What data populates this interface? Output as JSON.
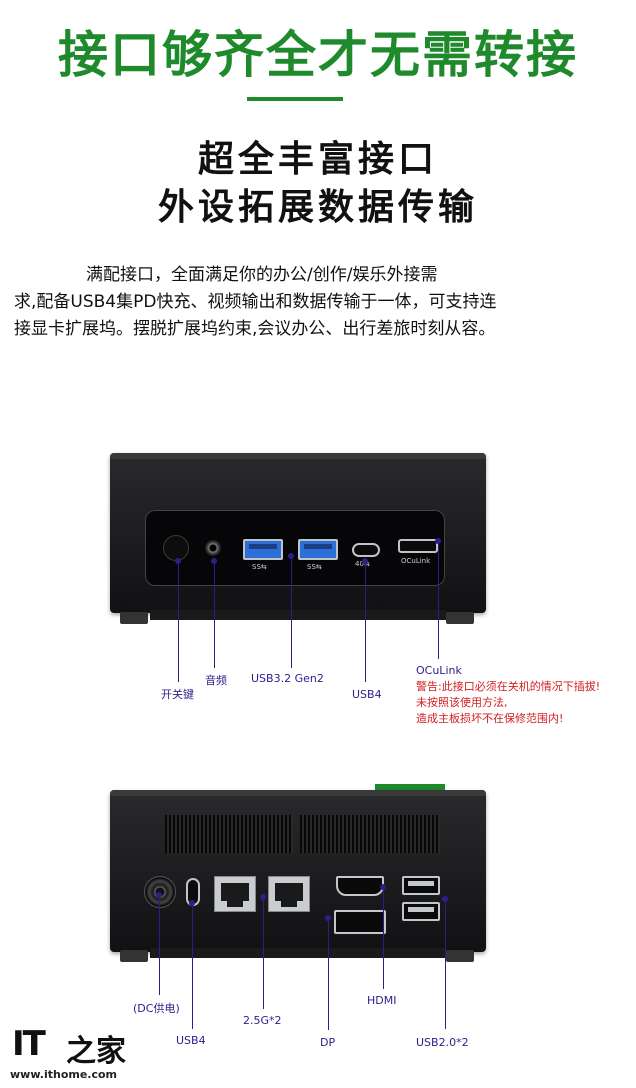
{
  "headline": "接口够齐全才无需转接",
  "subheadline": {
    "line1": "超全丰富接口",
    "line2": "外设拓展数据传输"
  },
  "description": {
    "line1": "满配接口，全面满足你的办公/创作/娱乐外接需",
    "line2": "求,配备USB4集PD快充、视频输出和数据传输于一体，可支持连",
    "line3": "接显卡扩展坞。摆脱扩展坞约束,会议办公、出行差旅时刻从容。"
  },
  "front_panel": {
    "port_captions": {
      "usb3_a": "SS⇆",
      "usb3_b": "SS⇆",
      "usb4": "40⇆",
      "oculink": "OCuLink"
    },
    "labels": {
      "power": "开关键",
      "audio": "音频",
      "usb32": "USB3.2 Gen2",
      "usb4": "USB4",
      "oculink": "OCuLink"
    },
    "warning": {
      "line1": "警告:此接口必须在关机的情况下插拔!",
      "line2": "未按照该使用方法,",
      "line3": "造成主板损坏不在保修范围内!"
    }
  },
  "rear_panel": {
    "labels": {
      "dc": "(DC供电)",
      "usb4": "USB4",
      "lan": "2.5G*2",
      "dp": "DP",
      "hdmi": "HDMI",
      "usb2": "USB2.0*2"
    }
  },
  "watermark": {
    "logo_it": "IT",
    "logo_cn": "之家",
    "url": "www.ithome.com"
  },
  "colors": {
    "headline_green": "#1e8a2c",
    "label_blue": "#2a1f8a",
    "warning_red": "#d21f1f"
  }
}
